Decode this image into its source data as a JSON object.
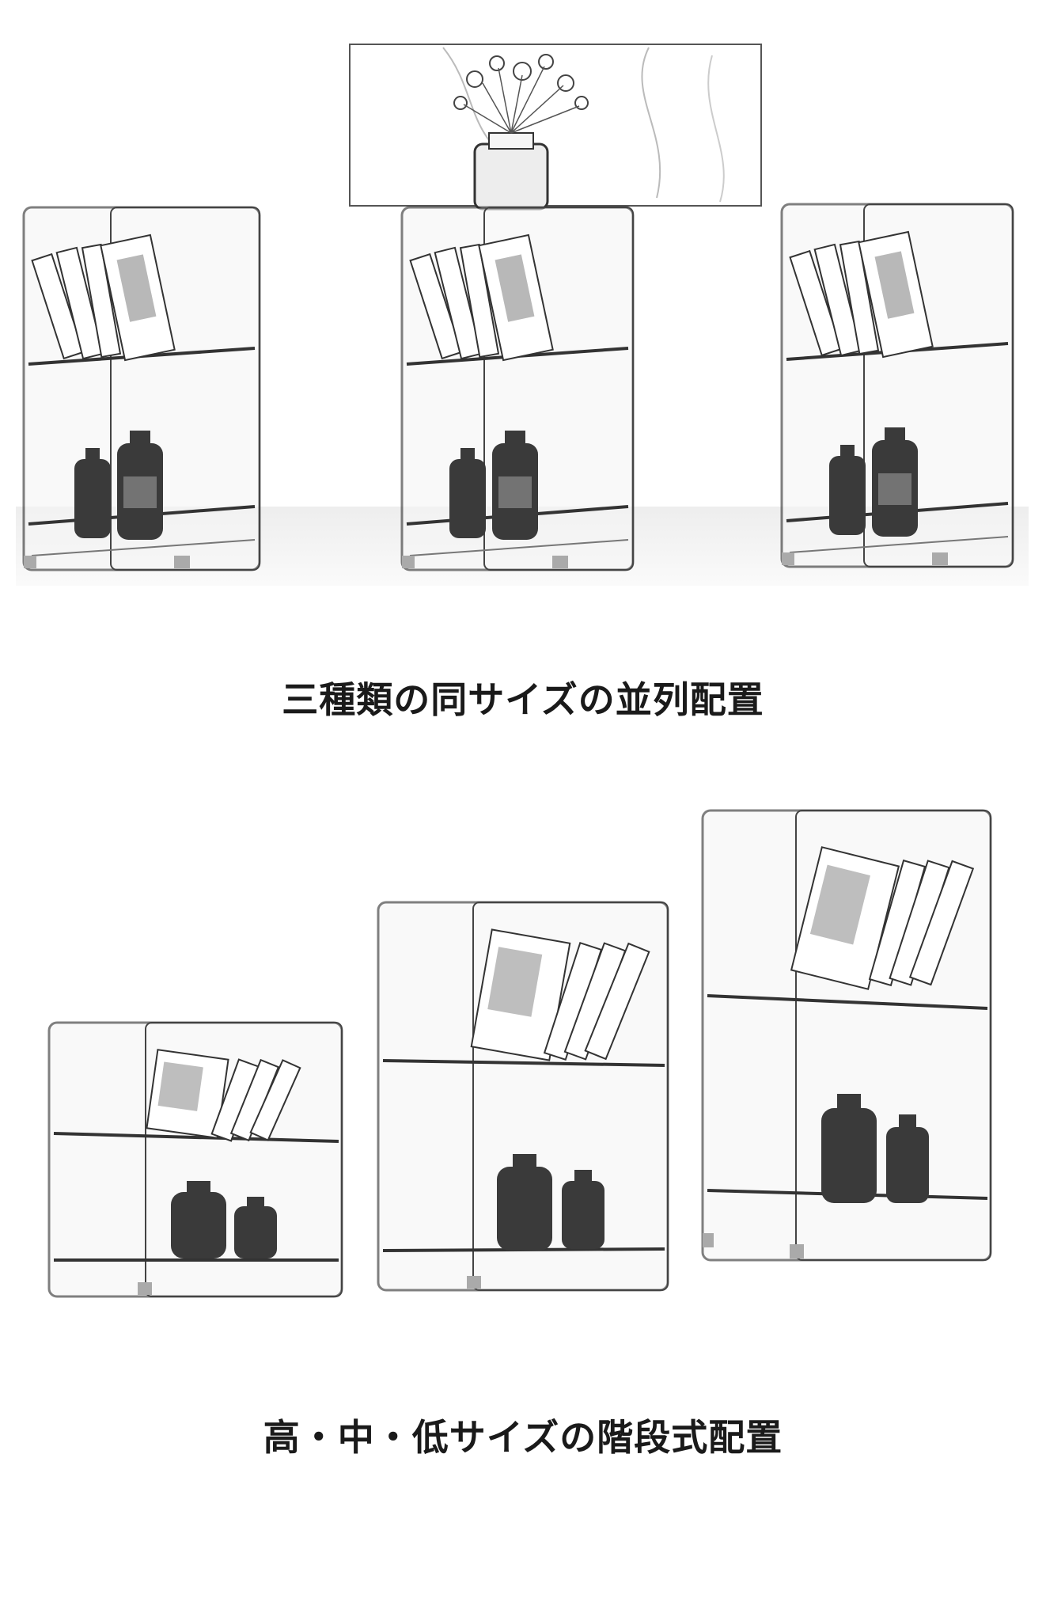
{
  "captions": {
    "row_same_size": "三種類の同サイズの並列配置",
    "row_stepped": "高・中・低サイズの階段式配置"
  },
  "scene": {
    "row1": {
      "description_shelves": 3,
      "shelf_style": "clear-acrylic-two-tier"
    },
    "row2": {
      "shelf_sizes": [
        "low",
        "mid",
        "high"
      ],
      "shelf_style": "clear-acrylic-two-tier"
    }
  },
  "colors": {
    "ink": "#1a1a1a",
    "panel": "#f4f4f4",
    "edge": "#2b2b2b",
    "bottle": "#3a3a3a"
  }
}
